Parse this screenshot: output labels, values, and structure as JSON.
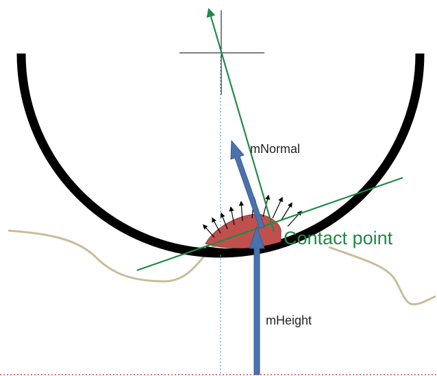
{
  "labels": {
    "normal": "mNormal",
    "height": "mHeight",
    "contact": "Contact point"
  },
  "colors": {
    "bowl": "#000000",
    "terrain": "#c9bc97",
    "green_lines": "#1e8a45",
    "blue_vectors": "#4a72ad",
    "contact_patch": "#c0504d",
    "cross": "#000000",
    "vertical_dotted": "#7fa7d6",
    "ground_dotted": "#c0504d",
    "small_arrows": "#000000"
  }
}
